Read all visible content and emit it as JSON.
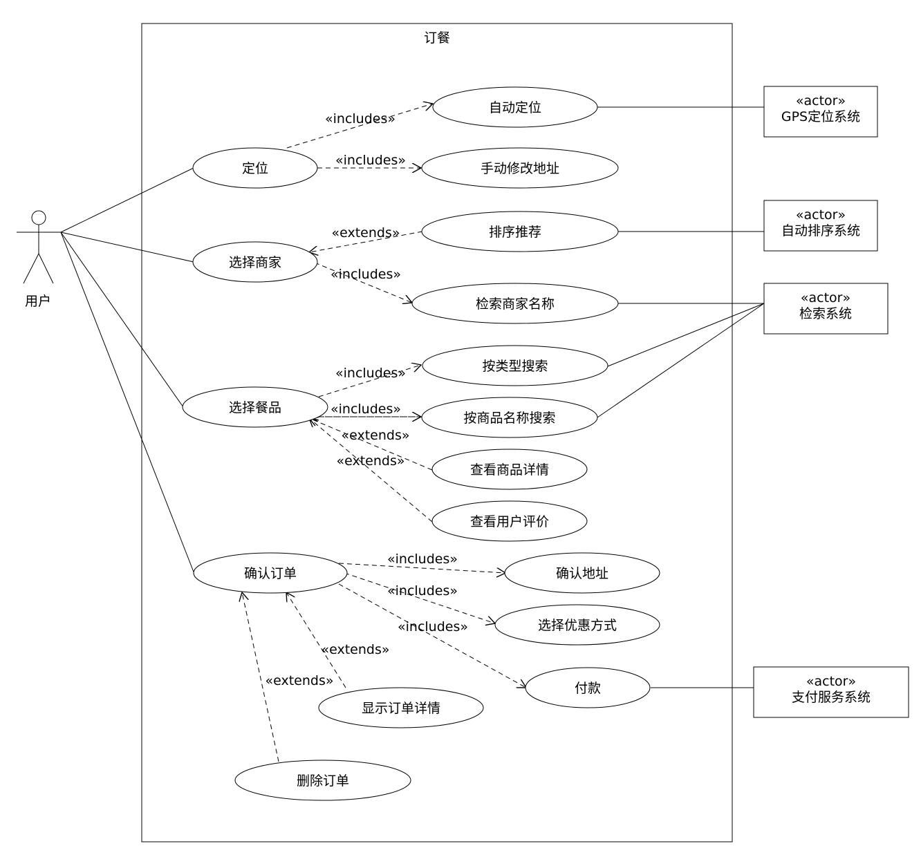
{
  "system": {
    "name": "订餐"
  },
  "actor_user": {
    "label": "用户"
  },
  "use_cases": {
    "auto_locate": "自动定位",
    "locate": "定位",
    "manual_address": "手动修改地址",
    "sort_recommend": "排序推荐",
    "choose_merchant": "选择商家",
    "search_merchant_name": "检索商家名称",
    "search_by_type": "按类型搜索",
    "choose_meal": "选择餐品",
    "search_by_product_name": "按商品名称搜索",
    "view_product_detail": "查看商品详情",
    "view_user_reviews": "查看用户评价",
    "confirm_order": "确认订单",
    "confirm_address": "确认地址",
    "choose_discount": "选择优惠方式",
    "pay": "付款",
    "show_order_detail": "显示订单详情",
    "delete_order": "删除订单"
  },
  "external_actors": {
    "stereotype": "«actor»",
    "gps": "GPS定位系统",
    "auto_sort": "自动排序系统",
    "search": "检索系统",
    "payment": "支付服务系统"
  },
  "relations": {
    "includes": "«includes»",
    "extends": "«extends»"
  }
}
